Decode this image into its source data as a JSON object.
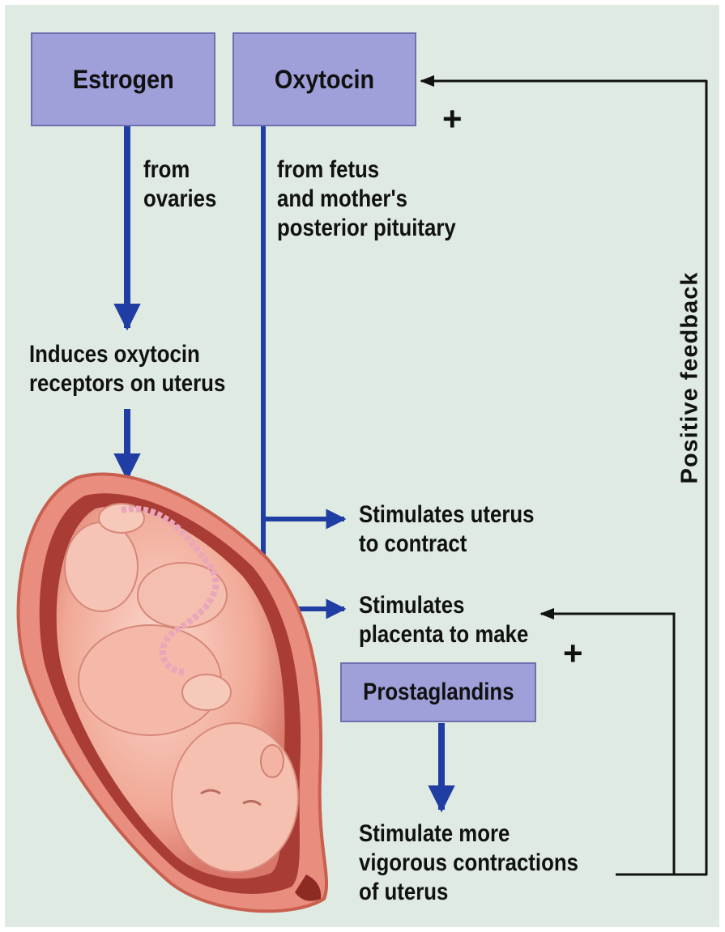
{
  "boxes": {
    "estrogen": "Estrogen",
    "oxytocin": "Oxytocin",
    "prostaglandins": "Prostaglandins"
  },
  "labels": {
    "from_ovaries": "from\novaries",
    "from_fetus": "from fetus\nand mother's\nposterior pituitary",
    "induces": "Induces oxytocin\nreceptors on uterus",
    "stim_uterus": "Stimulates uterus\nto contract",
    "stim_placenta": "Stimulates\nplacenta to make",
    "stim_more": "Stimulate more\nvigorous contractions\nof uterus"
  },
  "feedback": {
    "label": "Positive feedback",
    "plus_top": "+",
    "plus_bottom": "+"
  },
  "colors": {
    "background": "#dfebe2",
    "box_fill": "#9f9fd9",
    "blue_arrow": "#1f3da3",
    "black_arrow": "#111111"
  }
}
